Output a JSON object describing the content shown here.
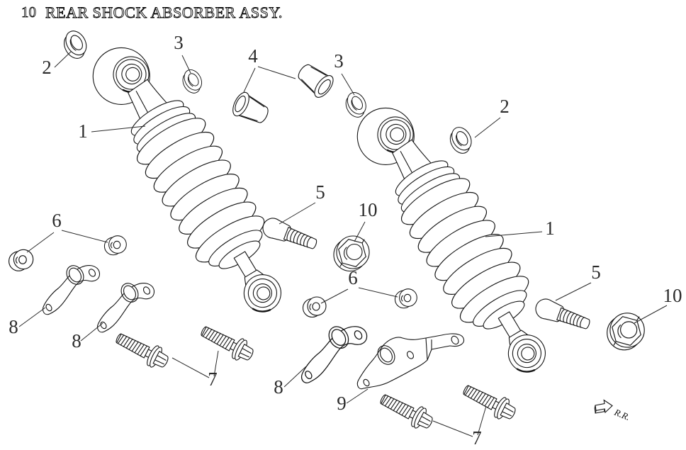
{
  "title": {
    "item_number": "10",
    "text": "REAR SHOCK ABSORBER ASSY."
  },
  "direction_indicator": {
    "label": "R.R."
  },
  "style": {
    "line_color": "#141414",
    "callout_color": "#2b2b2b",
    "background": "#ffffff"
  },
  "callouts": [
    {
      "text": "2"
    },
    {
      "text": "3"
    },
    {
      "text": "1"
    },
    {
      "text": "4"
    },
    {
      "text": "3"
    },
    {
      "text": "2"
    },
    {
      "text": "5"
    },
    {
      "text": "10"
    },
    {
      "text": "6"
    },
    {
      "text": "1"
    },
    {
      "text": "5"
    },
    {
      "text": "10"
    },
    {
      "text": "6"
    },
    {
      "text": "8"
    },
    {
      "text": "8"
    },
    {
      "text": "8"
    },
    {
      "text": "9"
    },
    {
      "text": "7"
    },
    {
      "text": "7"
    }
  ]
}
